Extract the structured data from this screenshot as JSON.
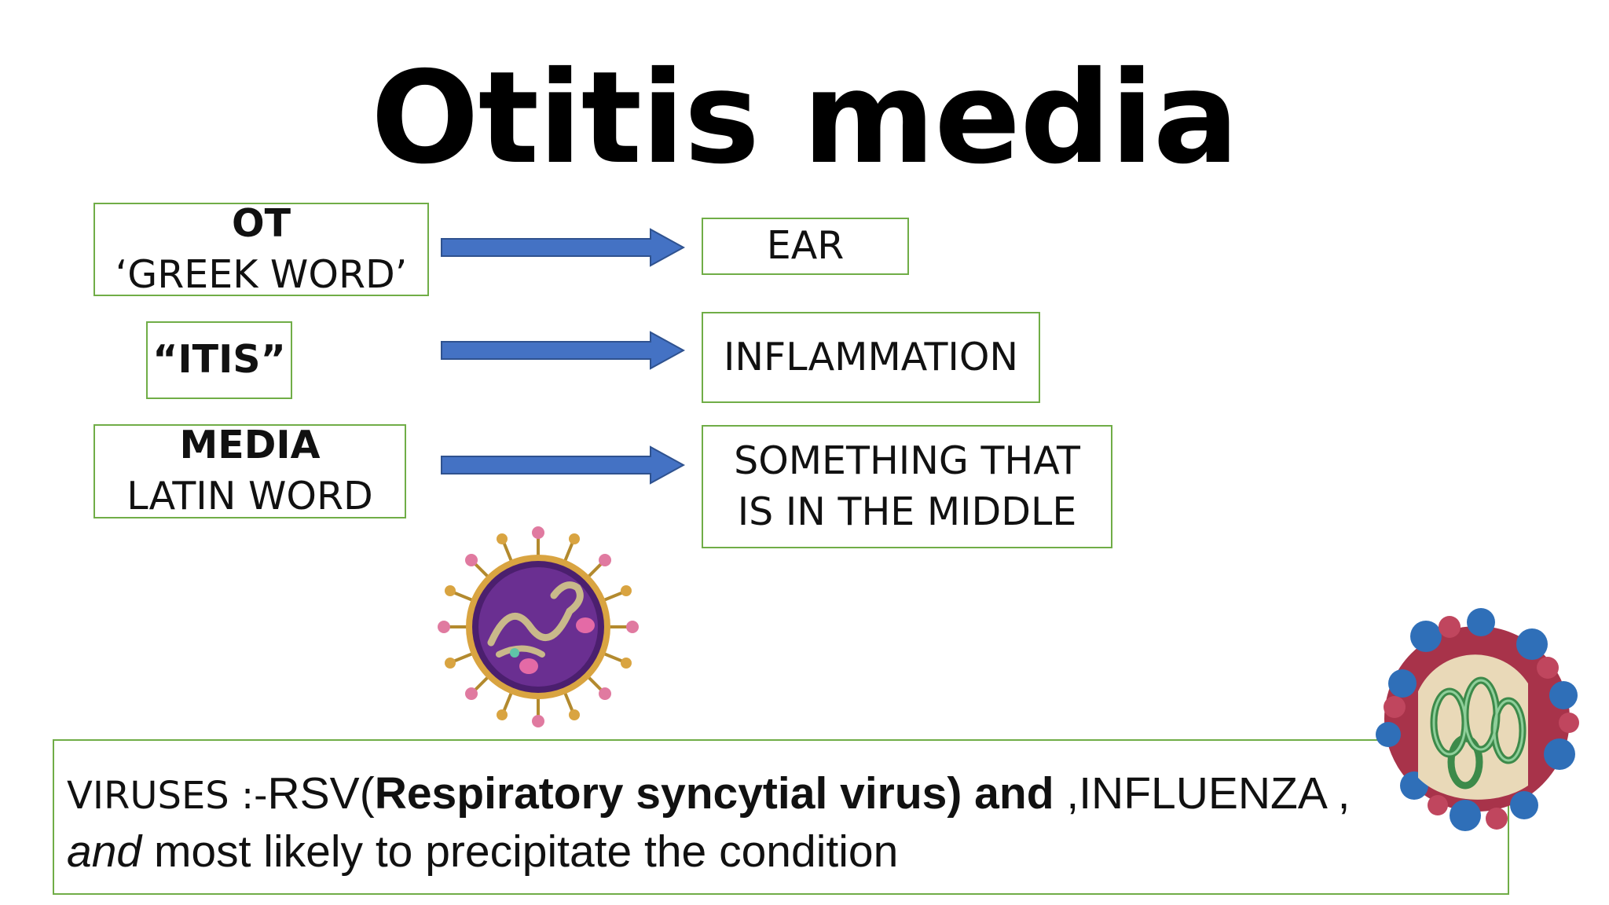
{
  "slide": {
    "title": "Otitis media",
    "rows": [
      {
        "left_line1": "OT",
        "left_line2": "‘GREEK WORD’",
        "right_line1": "EAR"
      },
      {
        "left_line1": "“ITIS”",
        "right_line1": "INFLAMMATION"
      },
      {
        "left_line1": "MEDIA",
        "left_line2": "LATIN WORD",
        "right_line1": "SOMETHING THAT",
        "right_line2": "IS IN THE MIDDLE"
      }
    ],
    "note": {
      "prefix": "VIRUSES :-",
      "rsv": "RSV(",
      "rsv_full": "Respiratory syncytial virus) and",
      "influenza": " ,INFLUENZA ,",
      "line2_italic": "and",
      "line2_rest": " most likely to precipitate the condition"
    },
    "colors": {
      "box_border": "#70ad47",
      "arrow": "#4472c4"
    },
    "icons": [
      "virus-icon",
      "influenza-virus-icon"
    ]
  }
}
